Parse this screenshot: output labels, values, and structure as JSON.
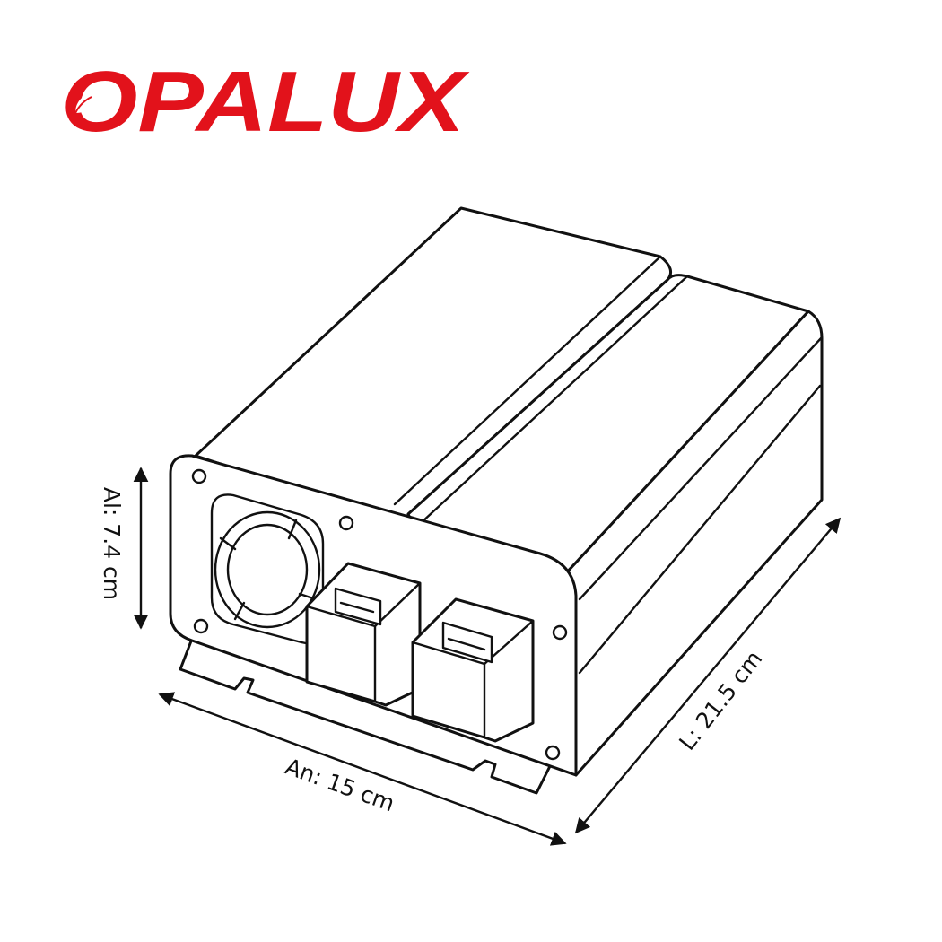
{
  "brand": {
    "name": "OPALUX",
    "color": "#e2121b",
    "emblem_icon": "leaf-icon"
  },
  "dimensions": {
    "height_label": "Al: 7.4 cm",
    "width_label": "An: 15 cm",
    "length_label": "L: 21.5 cm"
  },
  "colors": {
    "line": "#111111",
    "background": "#ffffff"
  }
}
